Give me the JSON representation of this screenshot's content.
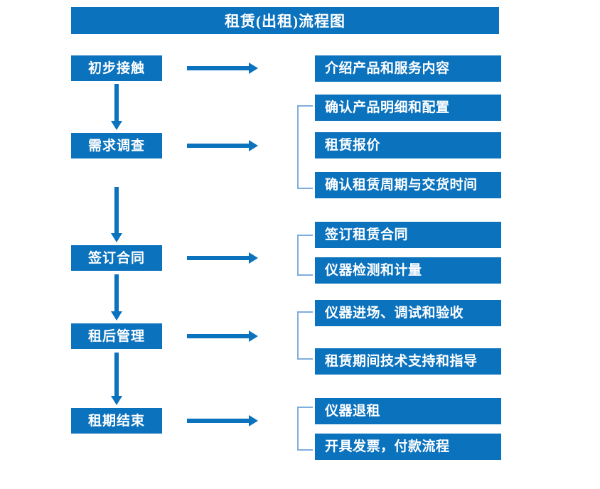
{
  "diagram": {
    "title": "租赁(出租)流程图",
    "colors": {
      "primary_blue": "#0B72BD",
      "bracket_blue": "#7FAEDC",
      "text_white": "#FFFFFF",
      "background": "#FFFFFF"
    },
    "stages": [
      {
        "label": "初步接触"
      },
      {
        "label": "需求调查"
      },
      {
        "label": "签订合同"
      },
      {
        "label": "租后管理"
      },
      {
        "label": "租期结束"
      }
    ],
    "details": [
      {
        "label": "介绍产品和服务内容"
      },
      {
        "label": "确认产品明细和配置"
      },
      {
        "label": "租赁报价"
      },
      {
        "label": "确认租赁周期与交货时间"
      },
      {
        "label": "签订租赁合同"
      },
      {
        "label": "仪器检测和计量"
      },
      {
        "label": "仪器进场、调试和验收"
      },
      {
        "label": "租赁期间技术支持和指导"
      },
      {
        "label": "仪器退租"
      },
      {
        "label": "开具发票，付款流程"
      }
    ],
    "connectors": {
      "stage_to_detail_arrow": "arrow-right",
      "stage_to_stage_arrow": "arrow-down",
      "group_bracket": "bracket"
    }
  }
}
